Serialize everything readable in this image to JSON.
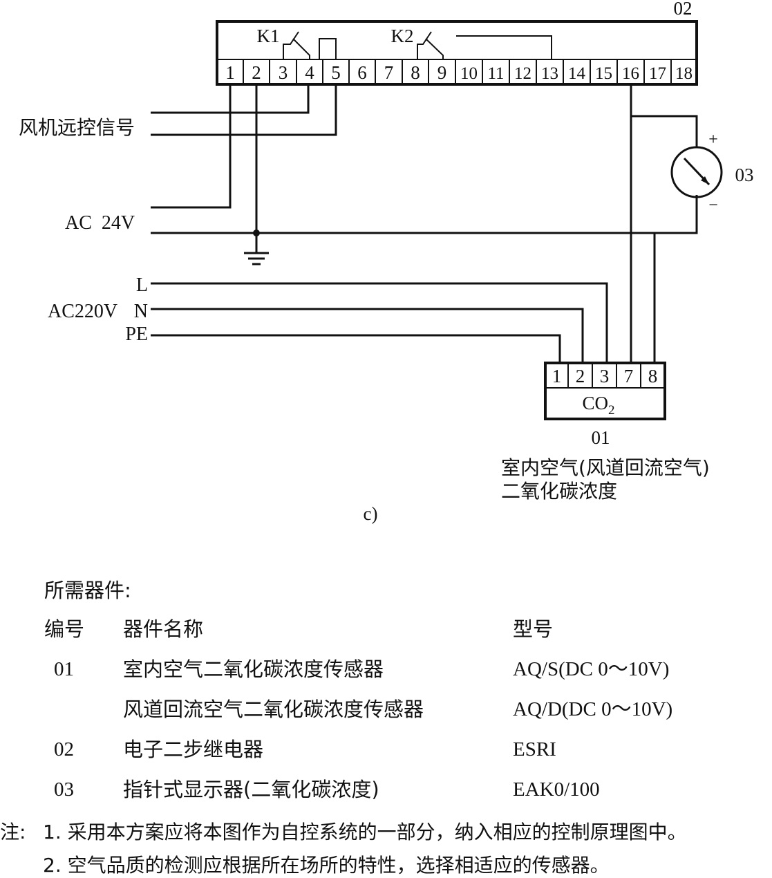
{
  "diagram": {
    "relay_id": "02",
    "relay_terminals": [
      "1",
      "2",
      "3",
      "4",
      "5",
      "6",
      "7",
      "8",
      "9",
      "10",
      "11",
      "12",
      "13",
      "14",
      "15",
      "16",
      "17",
      "18"
    ],
    "k1_label": "K1",
    "k2_label": "K2",
    "fan_signal_label": "风机远控信号",
    "ac24_label": "AC  24V",
    "l_label": "L",
    "ac220_label": "AC220V",
    "n_label": "N",
    "pe_label": "PE",
    "meter_id": "03",
    "meter_plus": "+",
    "meter_minus": "−",
    "sensor_terminals": [
      "1",
      "2",
      "3",
      "7",
      "8"
    ],
    "sensor_name_main": "CO",
    "sensor_name_sub": "2",
    "sensor_id": "01",
    "sensor_desc_line1": "室内空气(风道回流空气)",
    "sensor_desc_line2": "二氧化碳浓度",
    "caption": "c)"
  },
  "parts": {
    "title": "所需器件:",
    "headers": {
      "no": "编号",
      "name": "器件名称",
      "model": "型号"
    },
    "rows": [
      {
        "no": "01",
        "name": "室内空气二氧化碳浓度传感器",
        "model": "AQ/S(DC 0～10V)"
      },
      {
        "no": "",
        "name": "风道回流空气二氧化碳浓度传感器",
        "model": "AQ/D(DC 0～10V)"
      },
      {
        "no": "02",
        "name": "电子二步继电器",
        "model": "ESRI"
      },
      {
        "no": "03",
        "name": "指针式显示器(二氧化碳浓度)",
        "model": "EAK0/100"
      }
    ]
  },
  "notes": {
    "prefix": "注:",
    "items": [
      "1. 采用本方案应将本图作为自控系统的一部分，纳入相应的控制原理图中。",
      "2. 空气品质的检测应根据所在场所的特性，选择相适应的传感器。"
    ]
  }
}
